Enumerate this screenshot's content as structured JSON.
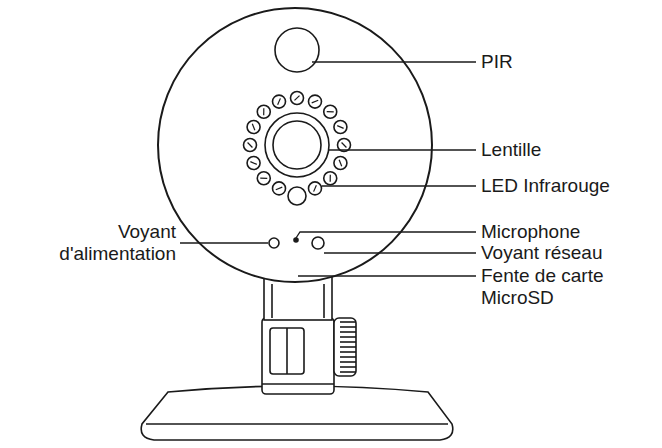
{
  "diagram": {
    "labels": [
      "PIR",
      "Lentille",
      "LED Infrarouge",
      "Microphone",
      "Voyant réseau",
      "Fente de carte MicroSD",
      "Voyant d'alimentation"
    ]
  }
}
